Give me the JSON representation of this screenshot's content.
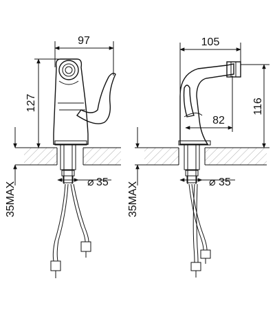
{
  "drawing": {
    "front_view": {
      "width_label": "97",
      "height_label": "127",
      "hole_label": "35",
      "hole_symbol": "⌀",
      "mount_label": "35MAX"
    },
    "side_view": {
      "width_label": "105",
      "height_label": "116",
      "reach_label": "82",
      "hole_label": "35",
      "hole_symbol": "⌀",
      "mount_label": "35MAX"
    }
  },
  "colors": {
    "line": "#111111",
    "hatch": "#777777",
    "background": "#ffffff"
  }
}
